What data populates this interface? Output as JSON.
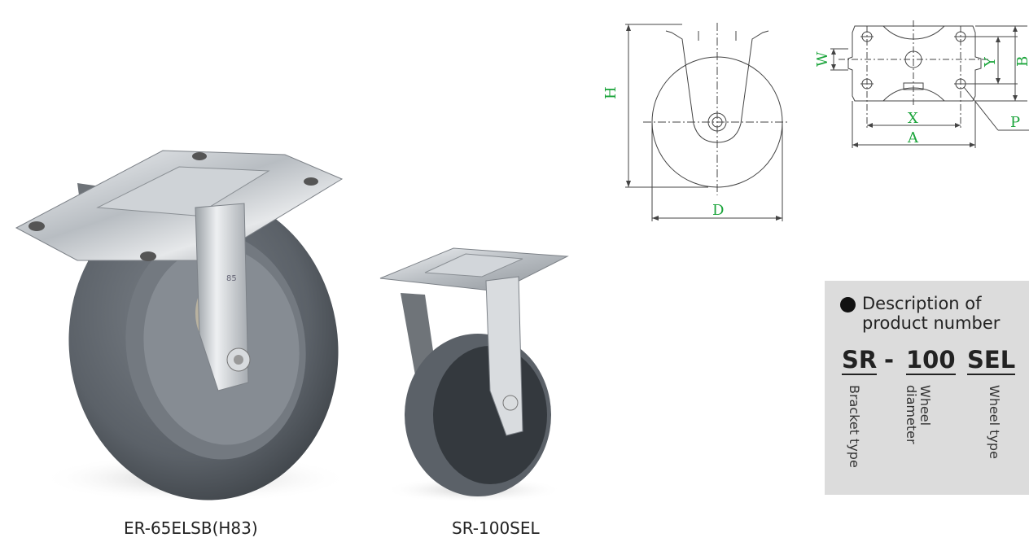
{
  "products": [
    {
      "caption": "ER-65ELSB(H83)",
      "emblem": "85"
    },
    {
      "caption": "SR-100SEL"
    }
  ],
  "dimension_labels": {
    "H": "H",
    "D": "D",
    "W": "W",
    "Y": "Y",
    "B": "B",
    "X": "X",
    "A": "A",
    "P": "P"
  },
  "description": {
    "title_line1": "Description of",
    "title_line2": "product number",
    "code_parts": {
      "bracket": "SR",
      "dash": "-",
      "diameter": "100",
      "wheel": "SEL"
    },
    "meanings": {
      "bracket": "Bracket type",
      "diameter": "Wheel diameter",
      "wheel": "Wheel type"
    }
  },
  "colors": {
    "dimension_text": "#1aa43a",
    "panel_bg": "#dcdcdc",
    "drawing_line": "#444444"
  }
}
